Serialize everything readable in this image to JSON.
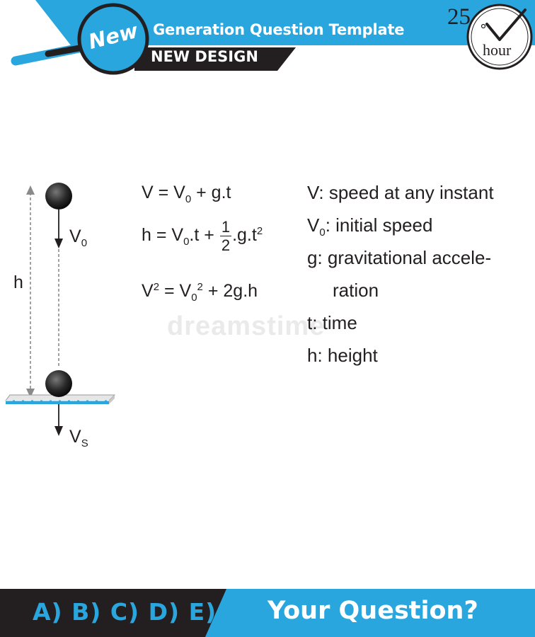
{
  "header": {
    "title": "Generation Question Template",
    "subtitle": "NEW DESIGN",
    "badge": "New",
    "clock_number": "25",
    "clock_unit": "hour"
  },
  "formulas": {
    "eq1": {
      "lhs": "V = V",
      "sub": "0",
      "rhs": " + g.t"
    },
    "eq2": {
      "lhs": "h = V",
      "sub": "0",
      "mid": ".t + ",
      "frac_num": "1",
      "frac_den": "2",
      "tail": ".g.t",
      "sup": "2"
    },
    "eq3": {
      "v": "V",
      "sup1": "2",
      "mid": " = V",
      "sub": "0",
      "sup2": "2",
      "tail": " + 2g.h"
    }
  },
  "legend": {
    "v": "V: speed at any instant",
    "v0_main": "V",
    "v0_sub": "0",
    "v0_rest": ": initial speed",
    "g_line1": "g: gravitational accele-",
    "g_line2": "ration",
    "t": "t: time",
    "h": "h: height"
  },
  "diagram": {
    "v0_label": "V",
    "v0_sub": "0",
    "h_label": "h",
    "vs_label": "V",
    "vs_sub": "S"
  },
  "watermark": "dreamstime",
  "footer": {
    "answers": "A) B) C) D) E)",
    "question": "Your Question?"
  },
  "colors": {
    "accent": "#2aa6de",
    "dark": "#231f20"
  }
}
